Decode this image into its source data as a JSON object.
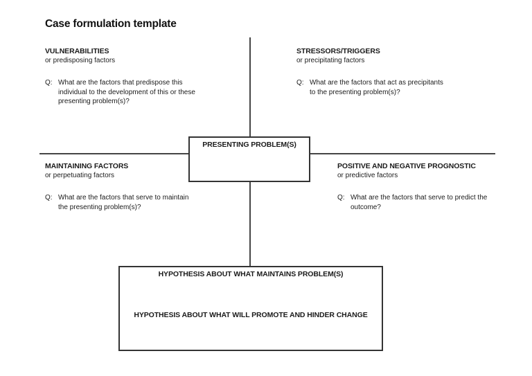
{
  "title": "Case formulation template",
  "colors": {
    "background": "#ffffff",
    "text": "#1b1b1b",
    "line": "#454545",
    "box_border": "#333333"
  },
  "quadrants": {
    "top_left": {
      "heading": "VULNERABILITIES",
      "subheading": "or predisposing factors",
      "q_label": "Q:",
      "question_lines": [
        "What are the factors that predispose this",
        "individual to the development of this or these",
        "presenting problem(s)?"
      ]
    },
    "top_right": {
      "heading": "STRESSORS/TRIGGERS",
      "subheading": "or precipitating factors",
      "q_label": "Q:",
      "question_lines": [
        "What are the factors that act as precipitants",
        "to the presenting problem(s)?"
      ]
    },
    "bottom_left": {
      "heading": "MAINTAINING FACTORS",
      "subheading": "or perpetuating factors",
      "q_label": "Q:",
      "question_lines": [
        "What are the factors that serve to maintain",
        "the presenting problem(s)?"
      ]
    },
    "bottom_right": {
      "heading": "POSITIVE AND NEGATIVE PROGNOSTIC",
      "subheading": "or predictive factors",
      "q_label": "Q:",
      "question_lines": [
        "What are the factors that serve to predict the",
        "outcome?"
      ]
    }
  },
  "center_box": {
    "label": "PRESENTING PROBLEM(S)"
  },
  "bottom_box": {
    "line1": "HYPOTHESIS ABOUT WHAT MAINTAINS PROBLEM(S)",
    "line2": "HYPOTHESIS ABOUT WHAT WILL PROMOTE AND HINDER CHANGE"
  }
}
